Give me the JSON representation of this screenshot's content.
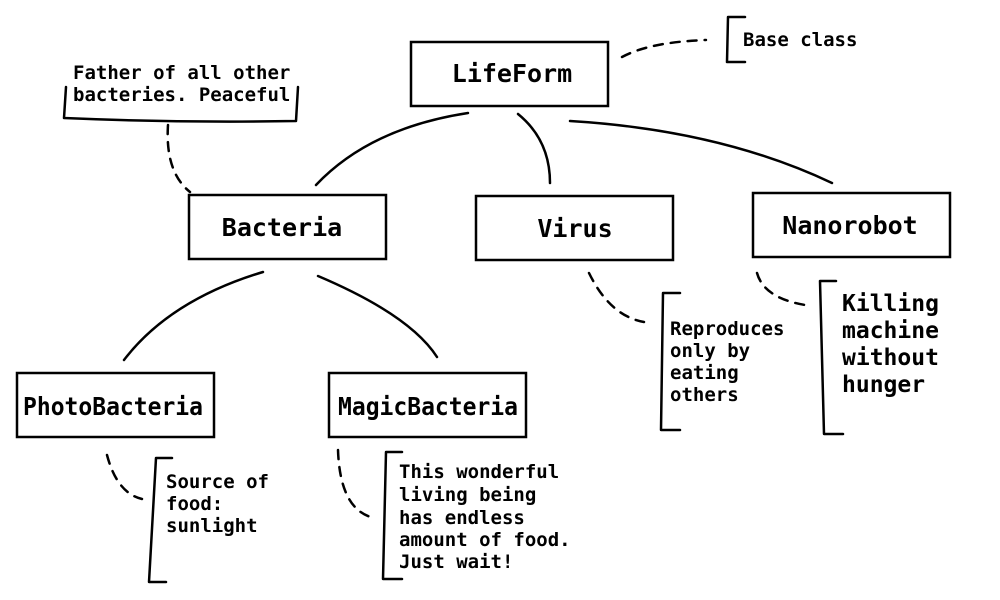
{
  "nodes": {
    "lifeform": "LifeForm",
    "bacteria": "Bacteria",
    "virus": "Virus",
    "nanorobot": "Nanorobot",
    "photobacteria": "PhotoBacteria",
    "magicbacteria": "MagicBacteria"
  },
  "notes": {
    "lifeform": [
      "Base class"
    ],
    "bacteria": [
      "Father of all other",
      "bacteries. Peaceful"
    ],
    "virus": [
      "Reproduces",
      "only by",
      "eating",
      "others"
    ],
    "nanorobot": [
      "Killing",
      "machine",
      "without",
      "hunger"
    ],
    "photobacteria": [
      "Source of",
      "food:",
      "sunlight"
    ],
    "magicbacteria": [
      "This wonderful",
      "living being",
      "has endless",
      "amount of food.",
      "Just wait!"
    ]
  }
}
